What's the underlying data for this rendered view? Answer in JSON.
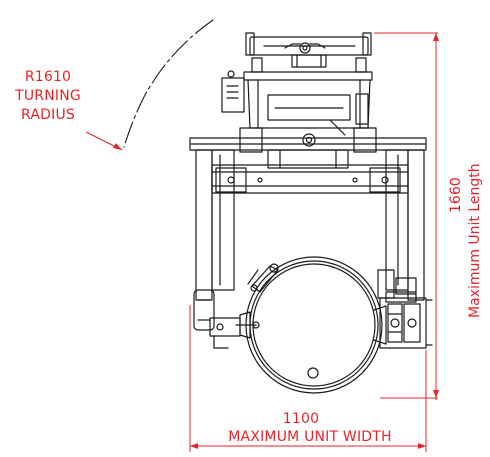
{
  "annotations": {
    "turning_radius": {
      "line1": "R1610",
      "line2": "TURNING",
      "line3": "RADIUS"
    },
    "length": {
      "value": "1660",
      "label": "Maximum Unit Length"
    },
    "width": {
      "value": "1100",
      "label": "MAXIMUM UNIT WIDTH"
    }
  },
  "colors": {
    "dimension": "#e8232a",
    "linework": "#1a1a1a",
    "background": "#ffffff"
  }
}
